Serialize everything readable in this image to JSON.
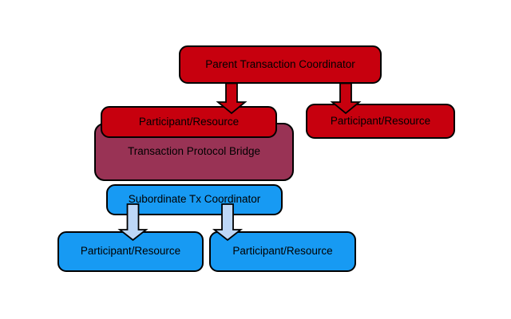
{
  "canvas": {
    "background": "#ffffff"
  },
  "colors": {
    "node_red": "#c7000e",
    "node_maroon": "#993355",
    "node_blue": "#179af3",
    "arrow_red_fill": "#c7000e",
    "arrow_blue_fill": "#bdd7f7",
    "border": "#000000",
    "text": "#000000"
  },
  "nodes": {
    "parent": {
      "label": "Parent Transaction Coordinator"
    },
    "participant_red_left": {
      "label": "Participant/Resource"
    },
    "participant_red_right": {
      "label": "Participant/Resource"
    },
    "bridge": {
      "label": "Transaction Protocol Bridge"
    },
    "subordinate": {
      "label": "Subordinate Tx Coordinator"
    },
    "participant_blue_left": {
      "label": "Participant/Resource"
    },
    "participant_blue_right": {
      "label": "Participant/Resource"
    }
  },
  "arrows": [
    {
      "from": "Parent Transaction Coordinator",
      "to": "Participant/Resource (left, red)",
      "direction": "down",
      "fill": "#c7000e"
    },
    {
      "from": "Parent Transaction Coordinator",
      "to": "Participant/Resource (right, red)",
      "direction": "down",
      "fill": "#c7000e"
    },
    {
      "from": "Subordinate Tx Coordinator",
      "to": "Participant/Resource (left, blue)",
      "direction": "down",
      "fill": "#bdd7f7"
    },
    {
      "from": "Subordinate Tx Coordinator",
      "to": "Participant/Resource (right, blue)",
      "direction": "down",
      "fill": "#bdd7f7"
    }
  ]
}
